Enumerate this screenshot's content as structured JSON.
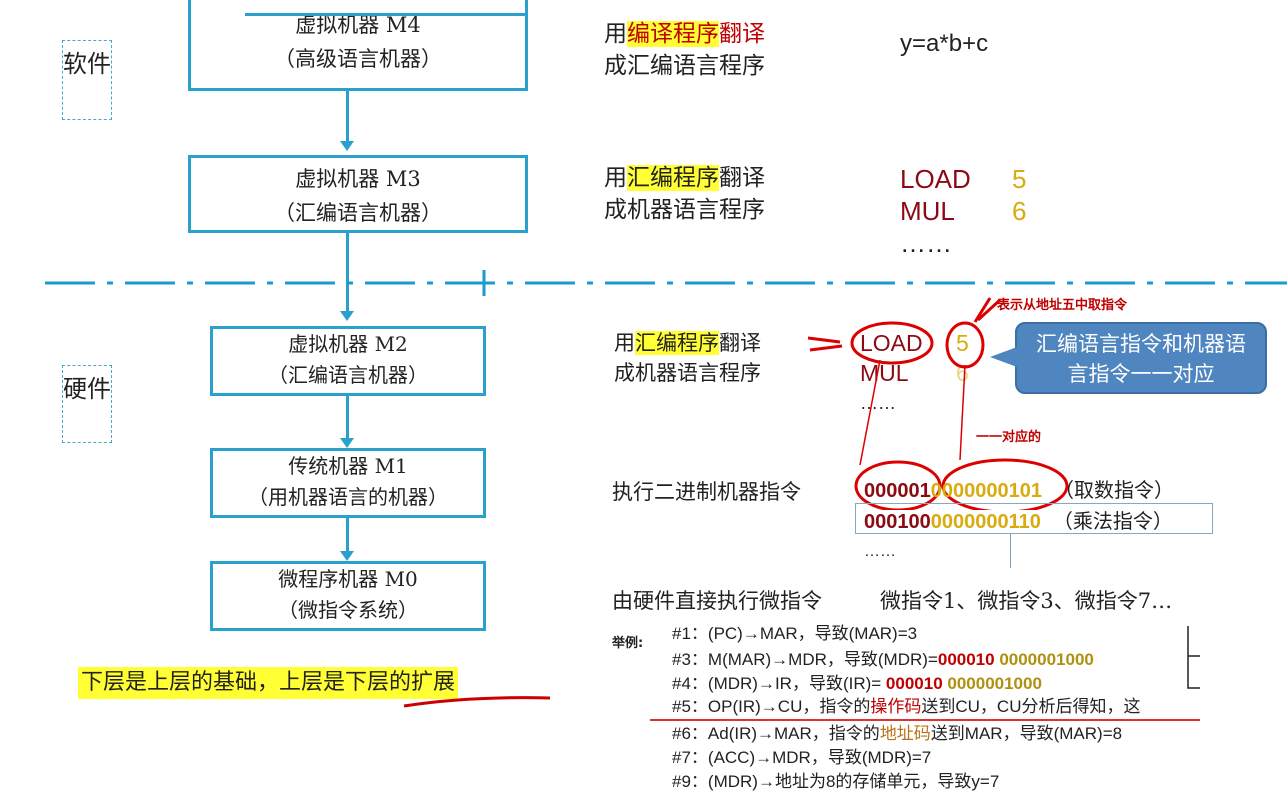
{
  "side_labels": {
    "software": "软件",
    "hardware": "硬件"
  },
  "machines": [
    {
      "title": "虚拟机器 M4",
      "sub": "（高级语言机器）"
    },
    {
      "title": "虚拟机器 M3",
      "sub": "（汇编语言机器）"
    },
    {
      "title": "虚拟机器 M2",
      "sub": "（汇编语言机器）"
    },
    {
      "title": "传统机器 M1",
      "sub": "（用机器语言的机器）"
    },
    {
      "title": "微程序机器 M0",
      "sub": "（微指令系统）"
    }
  ],
  "desc": {
    "m4": {
      "pre": "用",
      "hl": "编译程序",
      "post": "翻译",
      "line2": "成汇编语言程序"
    },
    "m3": {
      "pre": "用",
      "hl": "汇编程序",
      "post": "翻译",
      "line2": "成机器语言程序"
    },
    "m2": {
      "pre": "用",
      "hl": "汇编程序",
      "post": "翻译",
      "line2": "成机器语言程序"
    },
    "m1": "执行二进制机器指令",
    "m0": "由硬件直接执行微指令"
  },
  "code": {
    "expr": "y=a*b+c",
    "asm": [
      {
        "op": "LOAD",
        "arg": "5"
      },
      {
        "op": "MUL",
        "arg": "6"
      }
    ],
    "ellipsis": "……",
    "bin": [
      {
        "op": "000001",
        "addr": "0000000101",
        "note": "（取数指令）"
      },
      {
        "op": "000100",
        "addr": "0000000110",
        "note": "（乘法指令）"
      }
    ],
    "micro": "微指令1、微指令3、微指令7…"
  },
  "annotations": {
    "from_addr": "表示从地址五中取指令",
    "one_to_one": "一一对应的",
    "callout": "汇编语言指令和机器语言指令一一对应"
  },
  "conclusion": {
    "a": "下层是上层的基础，上层是",
    "b": "下层的扩展"
  },
  "example": {
    "label": "举例:",
    "lines": [
      {
        "t": "#1：(PC)→MAR，导致(MAR)=3"
      },
      {
        "t": "#3：M(MAR)→MDR，导致(MDR)=",
        "r": "000010",
        "g": " 0000001000"
      },
      {
        "t": "#4：(MDR)→IR，导致(IR)= ",
        "r": "000010",
        "g": " 0000001000"
      },
      {
        "t": "#5：OP(IR)→CU，指令的",
        "r": "操作码",
        "t2": "送到CU，CU分析后得知，这"
      },
      {
        "t": "#6：Ad(IR)→MAR，指令的",
        "o": "地址码",
        "t2": "送到MAR，导致(MAR)=8"
      },
      {
        "t": "#7：(ACC)→MDR，导致(MDR)=7"
      },
      {
        "t": "#9：(MDR)→地址为8的存储单元，导致y=7"
      }
    ]
  },
  "colors": {
    "blue": "#2aa0cc",
    "red": "#c00000",
    "gold": "#d8ac10",
    "callout": "#4f86c0"
  }
}
